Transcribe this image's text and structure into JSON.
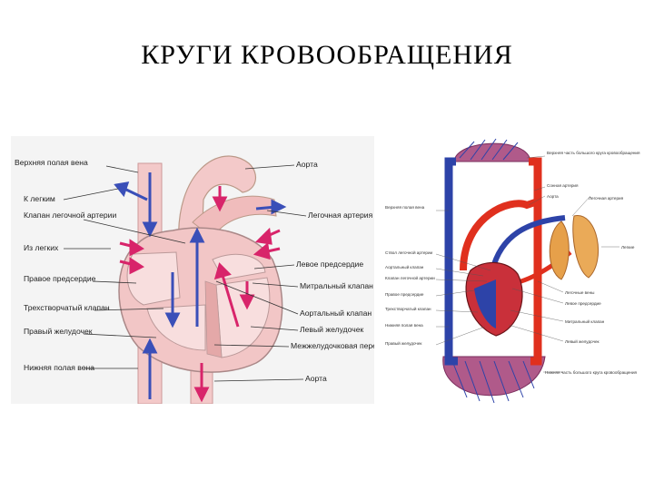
{
  "title": "КРУГИ  КРОВООБРАЩЕНИЯ",
  "colors": {
    "artery_red": "#e0301e",
    "vein_blue": "#2d43a8",
    "heart_pink": "#f2c6c6",
    "lung_orange": "#e6a04a",
    "arrow_magenta": "#d8246a",
    "arrow_blue": "#3a4fb8"
  },
  "heart_diagram": {
    "labels": [
      "Верхняя полая вена",
      "К легким",
      "Клапан легочной артерии",
      "Из легких",
      "Правое предсердие",
      "Трехстворчатый клапан",
      "Правый желудочек",
      "Нижняя полая вена",
      "Аорта",
      "Легочная артерия",
      "Левое предсердие",
      "Митральный клапан",
      "Аортальный клапан",
      "Левый желудочек",
      "Межжелудочковая перегородка",
      "Аорта"
    ]
  },
  "circulation_diagram": {
    "labels": [
      "Верхняя часть большого круга кровообращения",
      "Сонная артерия",
      "Аорта",
      "Легочная артерия",
      "Верхняя полая вена",
      "Легкие",
      "Ствол легочной артерии",
      "Аортальный клапан",
      "Клапан легочной артерии",
      "Правое предсердие",
      "Трехстворчатый клапан",
      "Нижняя полая вена",
      "Правый желудочек",
      "Легочные вены",
      "Левое предсердие",
      "Митральный клапан",
      "Левый желудочек",
      "Нижняя часть большого круга кровообращения"
    ]
  }
}
